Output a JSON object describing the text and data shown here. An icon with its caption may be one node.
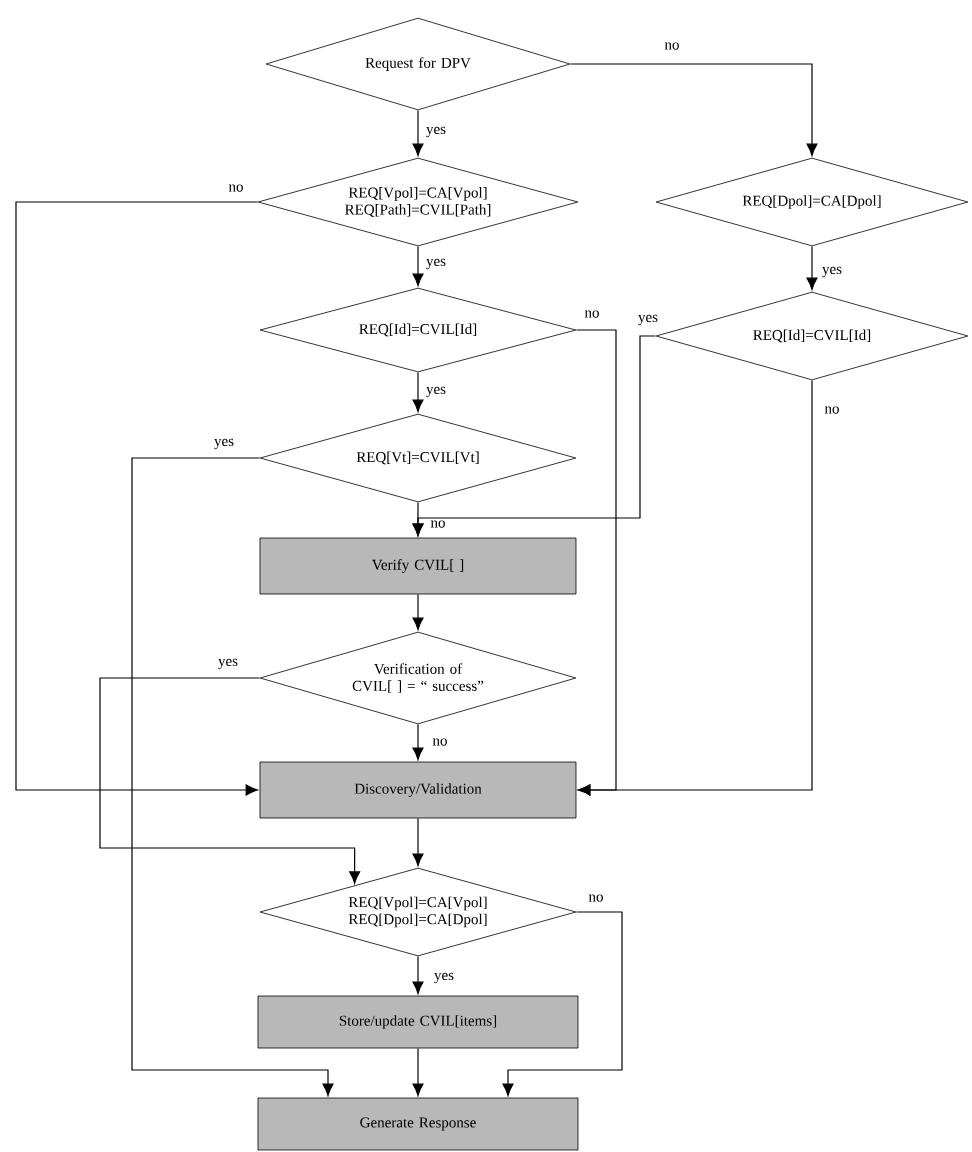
{
  "diagram": {
    "nodes": [
      {
        "text": [
          "Request for DPV"
        ]
      },
      {
        "text": [
          "REQ[Vpol]=CA[Vpol] REQ[Path]=CVIL[Path]"
        ]
      },
      {
        "text": [
          "REQ[Id]=CVIL[Id]"
        ]
      },
      {
        "text": [
          "REQ[Vt]=CVIL[Vt]"
        ]
      },
      {
        "text": [
          "Verify CVIL[ ]"
        ]
      },
      {
        "text": [
          "Verification of CVIL[ ] = “ success”"
        ]
      },
      {
        "text": [
          "Discovery/Validation"
        ]
      },
      {
        "text": [
          "REQ[Vpol]=CA[Vpol] REQ[Dpol]=CA[Dpol]"
        ]
      },
      {
        "text": [
          "Store/update CVIL[items]"
        ]
      },
      {
        "text": [
          "Generate Response"
        ]
      },
      {
        "text": [
          "REQ[Dpol]=CA[Dpol]"
        ]
      },
      {
        "text": [
          "REQ[Id]=CVIL[Id]"
        ]
      }
    ],
    "edges": [
      {
        "from": 0,
        "to": 1,
        "arrow": "to",
        "label": "yes"
      },
      {
        "from": 0,
        "to": 10,
        "arrow": "to",
        "label": "no"
      },
      {
        "from": 1,
        "to": 2,
        "arrow": "to",
        "label": "yes"
      },
      {
        "from": 1,
        "to": 6,
        "arrow": "to",
        "label": "no"
      },
      {
        "from": 2,
        "to": 3,
        "arrow": "to",
        "label": "yes"
      },
      {
        "from": 2,
        "to": 6,
        "arrow": "to",
        "label": "no"
      },
      {
        "from": 3,
        "to": 4,
        "arrow": "to",
        "label": "no"
      },
      {
        "from": 3,
        "to": 9,
        "arrow": "to",
        "label": "yes"
      },
      {
        "from": 4,
        "to": 5,
        "arrow": "to"
      },
      {
        "from": 5,
        "to": 7,
        "arrow": "to",
        "label": "yes"
      },
      {
        "from": 5,
        "to": 6,
        "arrow": "to",
        "label": "no"
      },
      {
        "from": 6,
        "to": 7,
        "arrow": "to"
      },
      {
        "from": 7,
        "to": 8,
        "arrow": "to",
        "label": "yes"
      },
      {
        "from": 7,
        "to": 9,
        "arrow": "to",
        "label": "no"
      },
      {
        "from": 8,
        "to": 9,
        "arrow": "to"
      },
      {
        "from": 10,
        "to": 11,
        "arrow": "to",
        "label": "yes"
      },
      {
        "from": 11,
        "to": 6,
        "arrow": "to",
        "label": "no"
      },
      {
        "from": 11,
        "to": 4,
        "arrow": "to",
        "label": "yes"
      }
    ]
  }
}
